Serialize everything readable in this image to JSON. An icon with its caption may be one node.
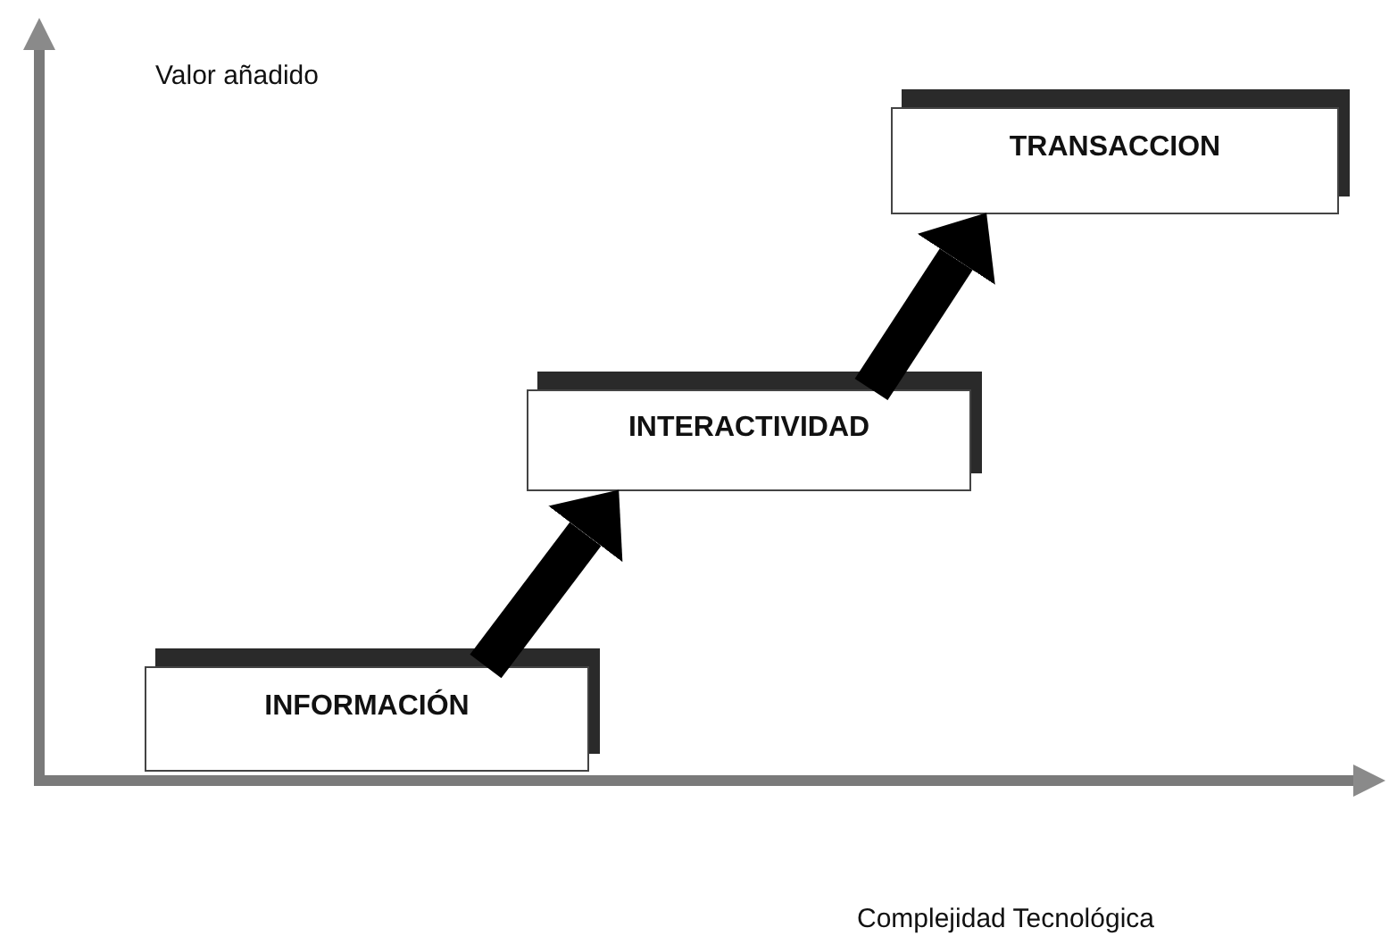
{
  "diagram": {
    "nodes": [
      {
        "text": [
          "INFORMACIÓN"
        ]
      },
      {
        "text": [
          "INTERACTIVIDAD"
        ]
      },
      {
        "text": [
          "TRANSACCION"
        ]
      }
    ],
    "edges": [
      {
        "from": 0,
        "to": 1,
        "arrow": "to"
      },
      {
        "from": 1,
        "to": 2,
        "arrow": "to"
      }
    ],
    "labels": [
      "Valor añadido",
      "Complejidad Tecnológica"
    ]
  }
}
